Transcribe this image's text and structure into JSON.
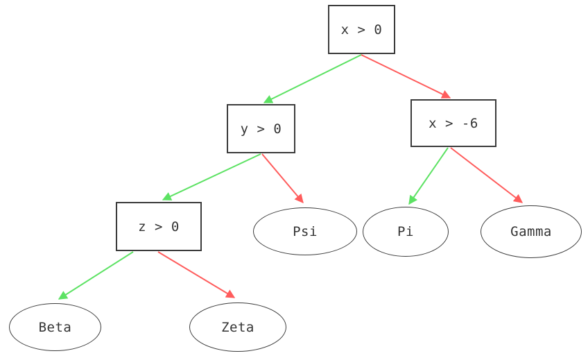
{
  "diagram": {
    "type": "decision-tree",
    "nodes": [
      {
        "id": "root",
        "label": "x > 0",
        "shape": "rect",
        "role": "decision"
      },
      {
        "id": "y0",
        "label": "y > 0",
        "shape": "rect",
        "role": "decision"
      },
      {
        "id": "xm6",
        "label": "x > -6",
        "shape": "rect",
        "role": "decision"
      },
      {
        "id": "z0",
        "label": "z > 0",
        "shape": "rect",
        "role": "decision"
      },
      {
        "id": "psi",
        "label": "Psi",
        "shape": "ellipse",
        "role": "leaf"
      },
      {
        "id": "pi",
        "label": "Pi",
        "shape": "ellipse",
        "role": "leaf"
      },
      {
        "id": "gamma",
        "label": "Gamma",
        "shape": "ellipse",
        "role": "leaf"
      },
      {
        "id": "beta",
        "label": "Beta",
        "shape": "ellipse",
        "role": "leaf"
      },
      {
        "id": "zeta",
        "label": "Zeta",
        "shape": "ellipse",
        "role": "leaf"
      }
    ],
    "edges": [
      {
        "from": "x > 0",
        "to": "y > 0",
        "branch": "true"
      },
      {
        "from": "x > 0",
        "to": "x > -6",
        "branch": "false"
      },
      {
        "from": "y > 0",
        "to": "z > 0",
        "branch": "true"
      },
      {
        "from": "y > 0",
        "to": "Psi",
        "branch": "false"
      },
      {
        "from": "x > -6",
        "to": "Pi",
        "branch": "true"
      },
      {
        "from": "x > -6",
        "to": "Gamma",
        "branch": "false"
      },
      {
        "from": "z > 0",
        "to": "Beta",
        "branch": "true"
      },
      {
        "from": "z > 0",
        "to": "Zeta",
        "branch": "false"
      }
    ],
    "colors": {
      "true_branch": "#5ce263",
      "false_branch": "#ff5c5c",
      "node_border": "#3b3b3b",
      "node_text": "#333333",
      "background": "#ffffff"
    }
  }
}
